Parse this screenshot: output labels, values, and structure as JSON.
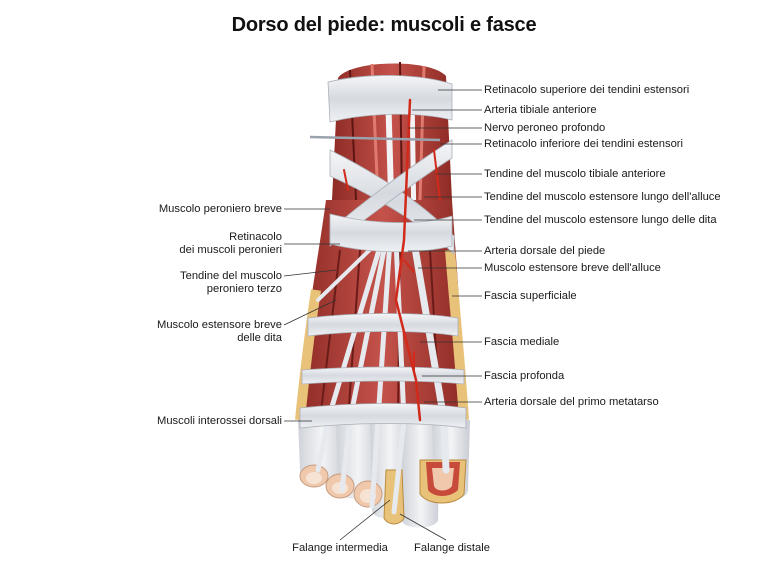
{
  "title": "Dorso del piede: muscoli e fasce",
  "labels_right": [
    "Retinacolo superiore dei tendini estensori",
    "Arteria tibiale anteriore",
    "Nervo peroneo profondo",
    "Retinacolo inferiore dei tendini estensori",
    "Tendine del muscolo tibiale anteriore",
    "Tendine del muscolo estensore lungo dell'alluce",
    "Tendine del muscolo estensore lungo delle dita",
    "Arteria dorsale del piede",
    "Muscolo estensore breve dell'alluce",
    "Fascia superficiale",
    "Fascia mediale",
    "Fascia profonda",
    "Arteria dorsale del primo metatarso"
  ],
  "labels_left": [
    {
      "line1": "Muscolo peroniero breve",
      "line2": ""
    },
    {
      "line1": "Retinacolo",
      "line2": "dei muscoli peronieri"
    },
    {
      "line1": "Tendine del muscolo",
      "line2": "peroniero terzo"
    },
    {
      "line1": "Muscolo estensore breve",
      "line2": "delle dita"
    },
    {
      "line1": "Muscoli interossei dorsali",
      "line2": ""
    }
  ],
  "labels_bottom": [
    "Falange intermedia",
    "Falange distale"
  ],
  "colors": {
    "muscle": "#b8433a",
    "muscle_dark": "#7a2320",
    "tendon": "#d9dde3",
    "fascia": "#e8ebef",
    "bone": "#e9c27a",
    "artery": "#d12a1a",
    "nail": "#f2d8c4",
    "skin": "#f0c9ad"
  }
}
